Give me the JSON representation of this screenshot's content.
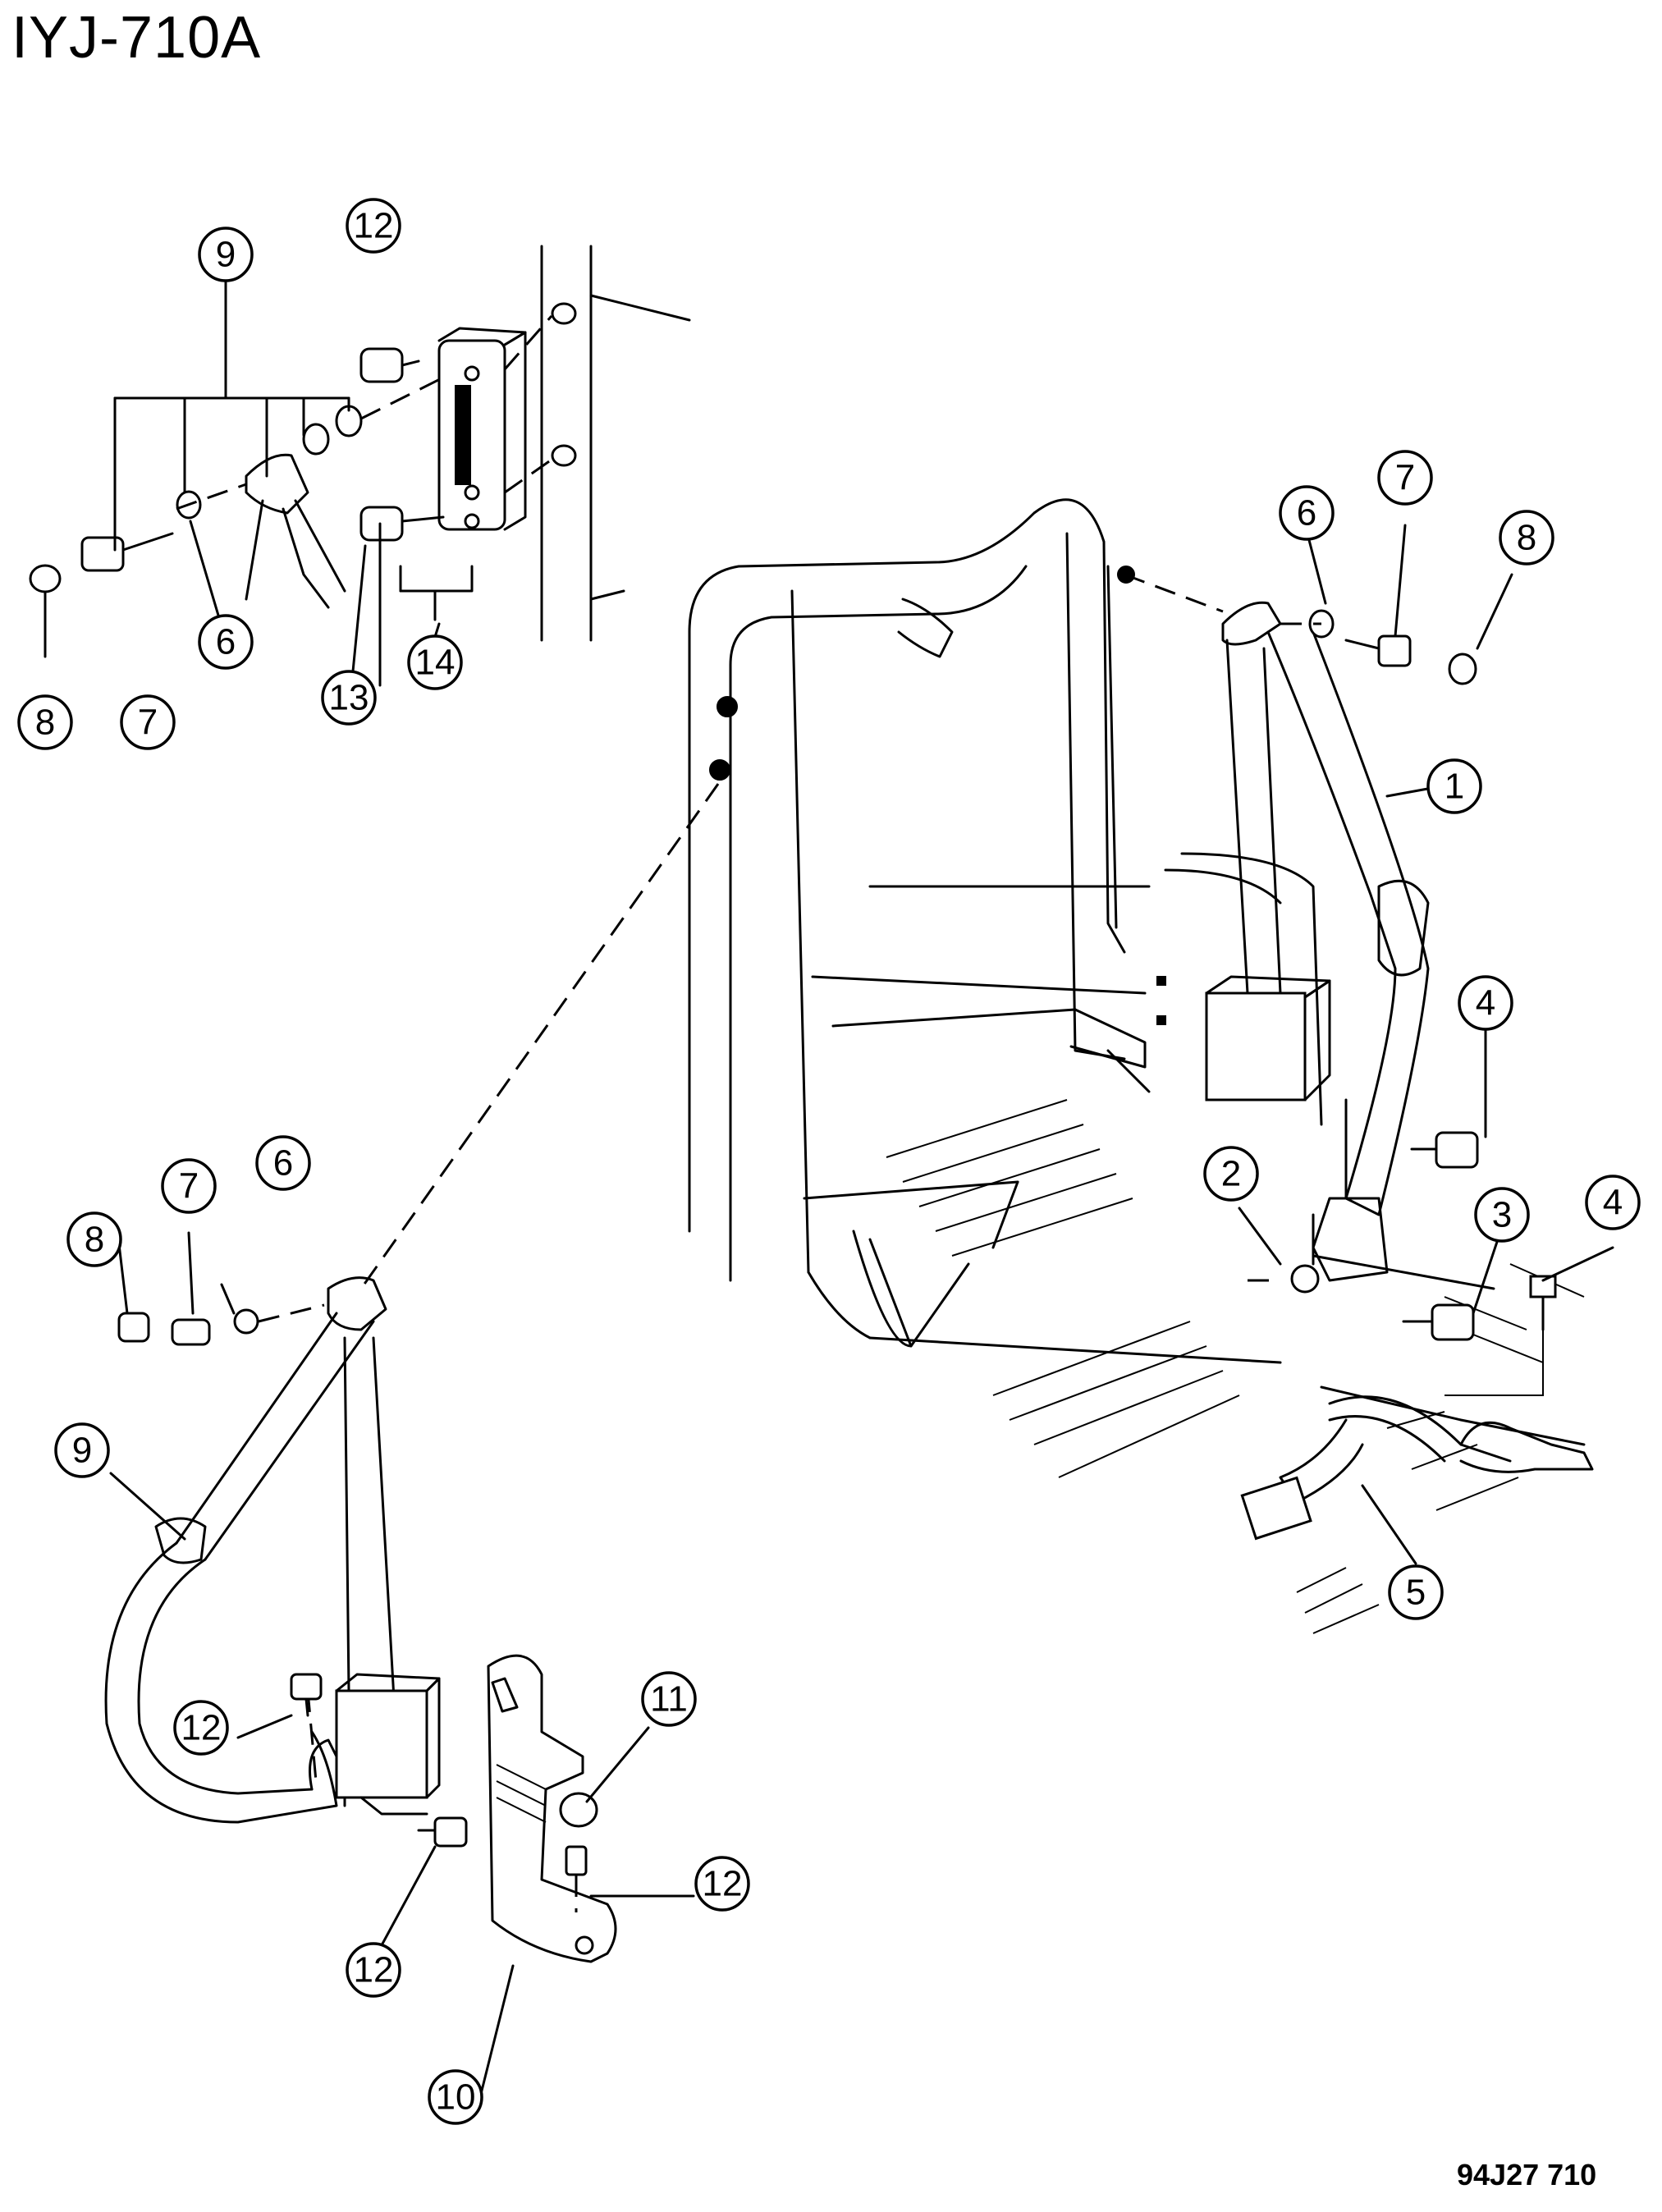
{
  "title": "IYJ-710A",
  "code": "94J27 710",
  "callouts": [
    "1",
    "2",
    "3",
    "4",
    "4",
    "5",
    "6",
    "6",
    "6",
    "7",
    "7",
    "7",
    "8",
    "8",
    "8",
    "9",
    "9",
    "10",
    "11",
    "12",
    "12",
    "12",
    "12",
    "13",
    "14"
  ]
}
